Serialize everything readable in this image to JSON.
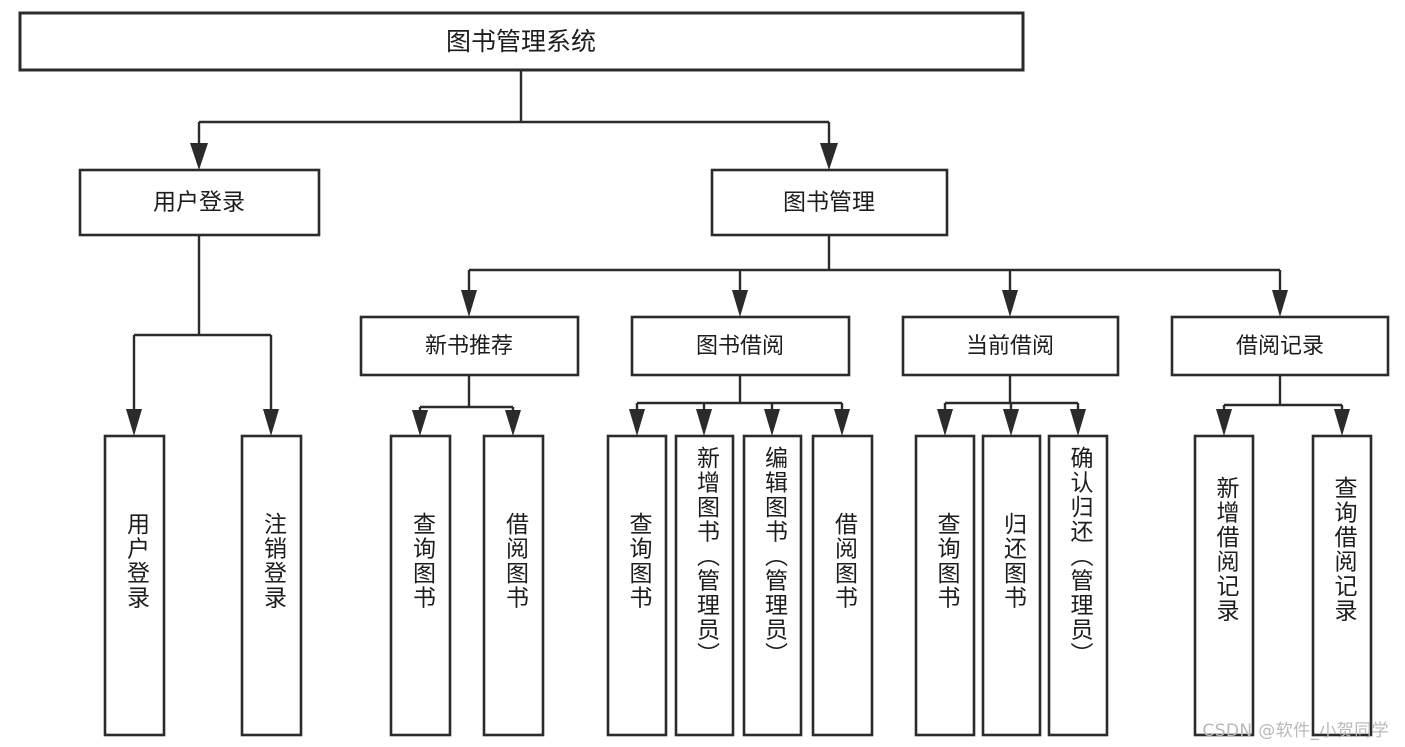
{
  "diagram": {
    "title": "图书管理系统",
    "type": "tree-hierarchy-diagram",
    "colors": {
      "box_stroke": "#2b2b2b",
      "box_fill": "#ffffff",
      "text": "#1d1d1d",
      "background": "#ffffff",
      "watermark": "#b9b9b9"
    },
    "root": {
      "label": "图书管理系统"
    },
    "level1": [
      {
        "label": "用户登录"
      },
      {
        "label": "图书管理"
      }
    ],
    "level2": [
      {
        "label": "新书推荐"
      },
      {
        "label": "图书借阅"
      },
      {
        "label": "当前借阅"
      },
      {
        "label": "借阅记录"
      }
    ],
    "leaves": {
      "user_login": [
        {
          "label": "用户登录"
        },
        {
          "label": "注销登录"
        }
      ],
      "new_book_recommend": [
        {
          "label": "查询图书"
        },
        {
          "label": "借阅图书"
        }
      ],
      "book_borrow": [
        {
          "label": "查询图书"
        },
        {
          "label": "新增图书（管理员）"
        },
        {
          "label": "编辑图书（管理员）"
        },
        {
          "label": "借阅图书"
        }
      ],
      "current_borrow": [
        {
          "label": "查询图书"
        },
        {
          "label": "归还图书"
        },
        {
          "label": "确认归还（管理员）"
        }
      ],
      "borrow_record": [
        {
          "label": "新增借阅记录"
        },
        {
          "label": "查询借阅记录"
        }
      ]
    },
    "watermark": "CSDN @软件_小贺同学"
  }
}
